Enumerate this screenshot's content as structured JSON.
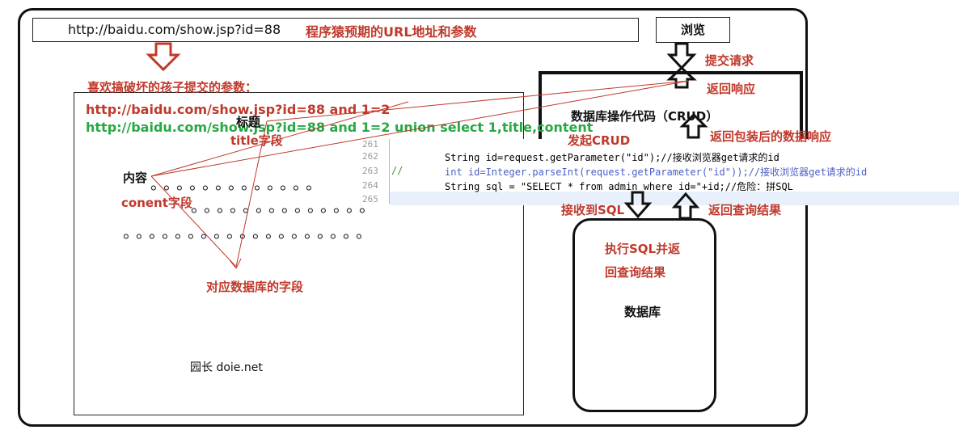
{
  "browser": {
    "url": "http://baidu.com/show.jsp?id=88",
    "url_note": "程序猿预期的URL地址和参数",
    "browse_button": "浏览"
  },
  "attack": {
    "heading": "喜欢搞破坏的孩子提交的参数：",
    "payload1": "http://baidu.com/show.jsp?id=88 and 1=2",
    "payload2": "http://baidu.com/show.jsp?id=88 and 1=2 union select 1,title,content"
  },
  "page": {
    "title_label": "标题",
    "title_field": "title字段",
    "content_label": "内容",
    "content_field": "conent字段",
    "db_fields_note": "对应数据库的字段",
    "author": "园长 doie.net"
  },
  "flow": {
    "submit_request": "提交请求",
    "return_response": "返回响应",
    "db_code_title": "数据库操作代码（CRUD）",
    "start_crud": "发起CRUD",
    "return_wrapped": "返回包装后的数据响应",
    "receive_sql": "接收到SQL",
    "return_query": "返回查询结果",
    "exec_sql_1": "执行SQL并返",
    "exec_sql_2": "回查询结果",
    "database": "数据库"
  },
  "code": {
    "lines": [
      {
        "num": "261",
        "text": ""
      },
      {
        "num": "262",
        "text": "String id=request.getParameter(\"id\");//接收浏览器get请求的id"
      },
      {
        "num": "263",
        "text": "int id=Integer.parseInt(request.getParameter(\"id\"));//接收浏览器get请求的id"
      },
      {
        "num": "264",
        "text": "String sql = \"SELECT * from admin where id=\"+id;//危险：拼SQL"
      },
      {
        "num": "265",
        "text": ""
      }
    ],
    "comment_marker": "//"
  },
  "colors": {
    "red": "#c0392b",
    "green": "#27a844",
    "black": "#111111"
  }
}
